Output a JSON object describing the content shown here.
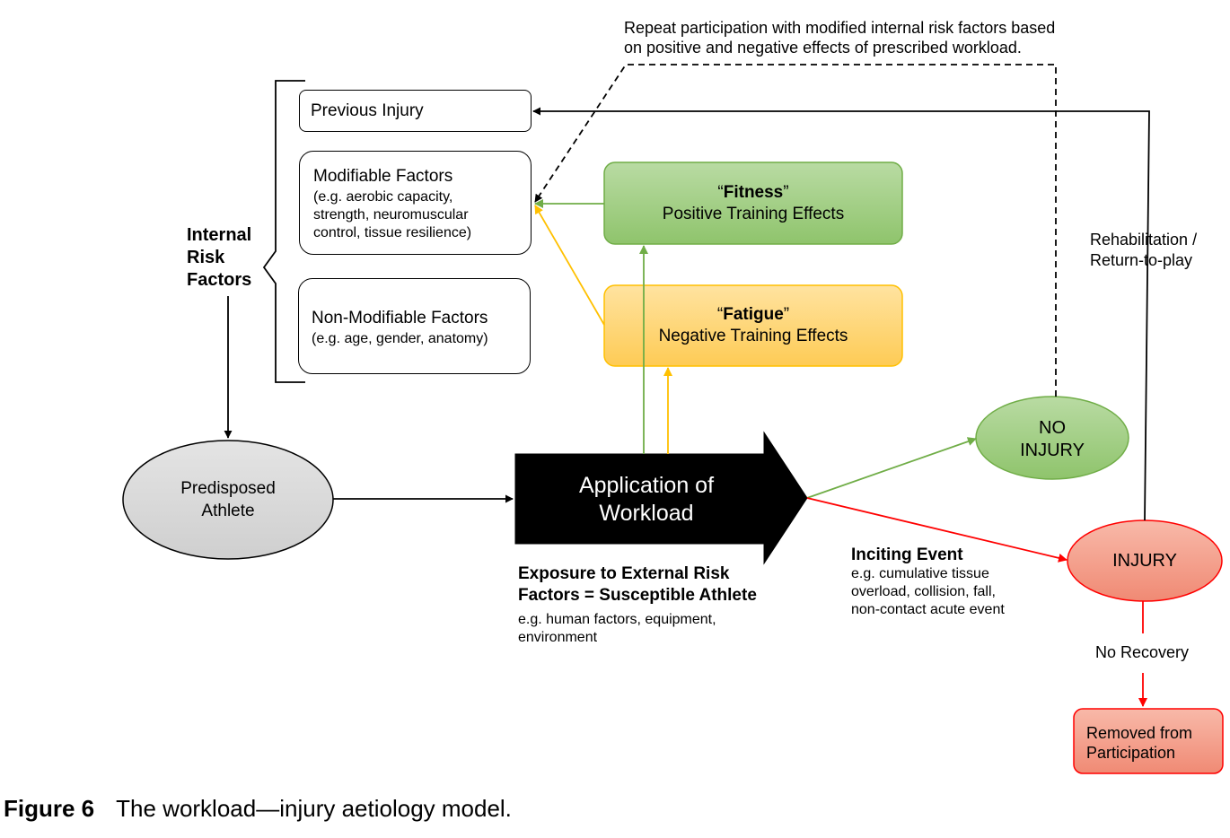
{
  "colors": {
    "green_fill": "#a6cf8a",
    "green_stroke": "#70ad47",
    "yellow_fill": "#fed77d",
    "yellow_stroke": "#ffc000",
    "red_fill": "#f4a08e",
    "red_stroke": "#ff0000",
    "grey_fill": "#d9d9d9",
    "black": "#000000"
  },
  "repeat_note": {
    "line1": "Repeat participation with modified internal risk factors based",
    "line2": "on positive and negative effects of prescribed workload."
  },
  "previous_injury": "Previous Injury",
  "modifiable": {
    "title": "Modifiable Factors",
    "line1": "(e.g. aerobic capacity,",
    "line2": "strength, neuromuscular",
    "line3": "control, tissue resilience)"
  },
  "non_modifiable": {
    "title": "Non-Modifiable Factors",
    "line1": "(e.g. age, gender, anatomy)"
  },
  "internal_risk": {
    "line1": "Internal",
    "line2": "Risk",
    "line3": "Factors"
  },
  "fitness": {
    "open_quote": "“",
    "word": "Fitness",
    "close_quote": "”",
    "subtitle": "Positive Training Effects"
  },
  "fatigue": {
    "open_quote": "“",
    "word": "Fatigue",
    "close_quote": "”",
    "subtitle": "Negative Training Effects"
  },
  "predisposed": {
    "line1": "Predisposed",
    "line2": "Athlete"
  },
  "workload": {
    "line1": "Application of",
    "line2": "Workload"
  },
  "exposure": {
    "line1": "Exposure to External Risk",
    "line2": "Factors = Susceptible Athlete",
    "example1": "e.g. human factors, equipment,",
    "example2": "environment"
  },
  "inciting": {
    "title": "Inciting Event",
    "line1": "e.g. cumulative tissue",
    "line2": "overload, collision, fall,",
    "line3": "non-contact acute event"
  },
  "no_injury": {
    "line1": "NO",
    "line2": "INJURY"
  },
  "injury": "INJURY",
  "rehab": {
    "line1": "Rehabilitation /",
    "line2": "Return-to-play"
  },
  "no_recovery": "No Recovery",
  "removed": {
    "line1": "Removed from",
    "line2": "Participation"
  },
  "caption": {
    "label": "Figure 6",
    "text": "The workload—injury aetiology model."
  }
}
